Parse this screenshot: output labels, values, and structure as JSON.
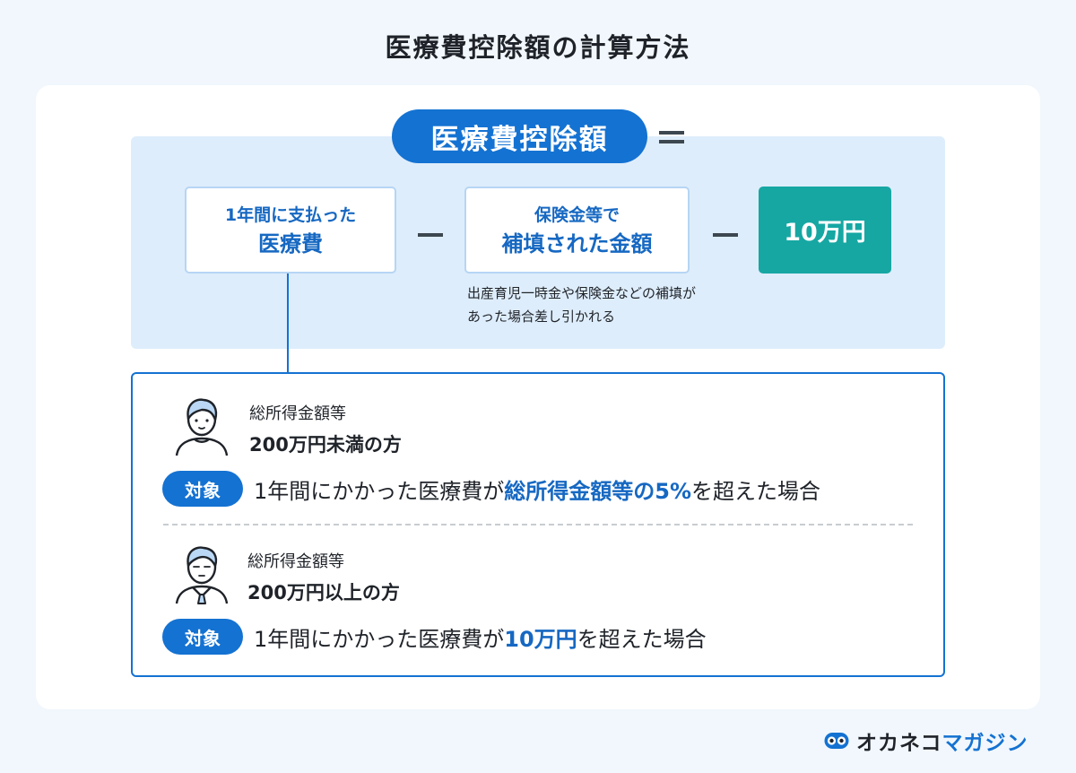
{
  "title": "医療費控除額の計算方法",
  "formula": {
    "result_label": "医療費控除額",
    "equals": "=",
    "minus": "−",
    "term_medical": {
      "line1": "1年間に支払った",
      "line2": "医療費"
    },
    "term_compensation": {
      "line1": "保険金等で",
      "line2": "補填された金額"
    },
    "term_fixed": "10万円",
    "note": "出産育児一時金や保険金などの補填があった場合差し引かれる"
  },
  "cases": [
    {
      "icon": "person-icon",
      "label_small": "総所得金額等",
      "label_big": "200万円未満の方",
      "badge": "対象",
      "text_before": "1年間にかかった医療費が",
      "text_highlight": "総所得金額等の5%",
      "text_after": "を超えた場合"
    },
    {
      "icon": "businessman-icon",
      "label_small": "総所得金額等",
      "label_big": "200万円以上の方",
      "badge": "対象",
      "text_before": "1年間にかかった医療費が",
      "text_highlight": "10万円",
      "text_after": "を超えた場合"
    }
  ],
  "brand": {
    "name_main": "オカネコ",
    "name_accent": "マガジン",
    "logo_icon": "okaneko-logo-icon"
  },
  "colors": {
    "primary": "#1472d2",
    "teal": "#16a7a3",
    "panel": "#deedfb",
    "background": "#f1f7fc"
  }
}
